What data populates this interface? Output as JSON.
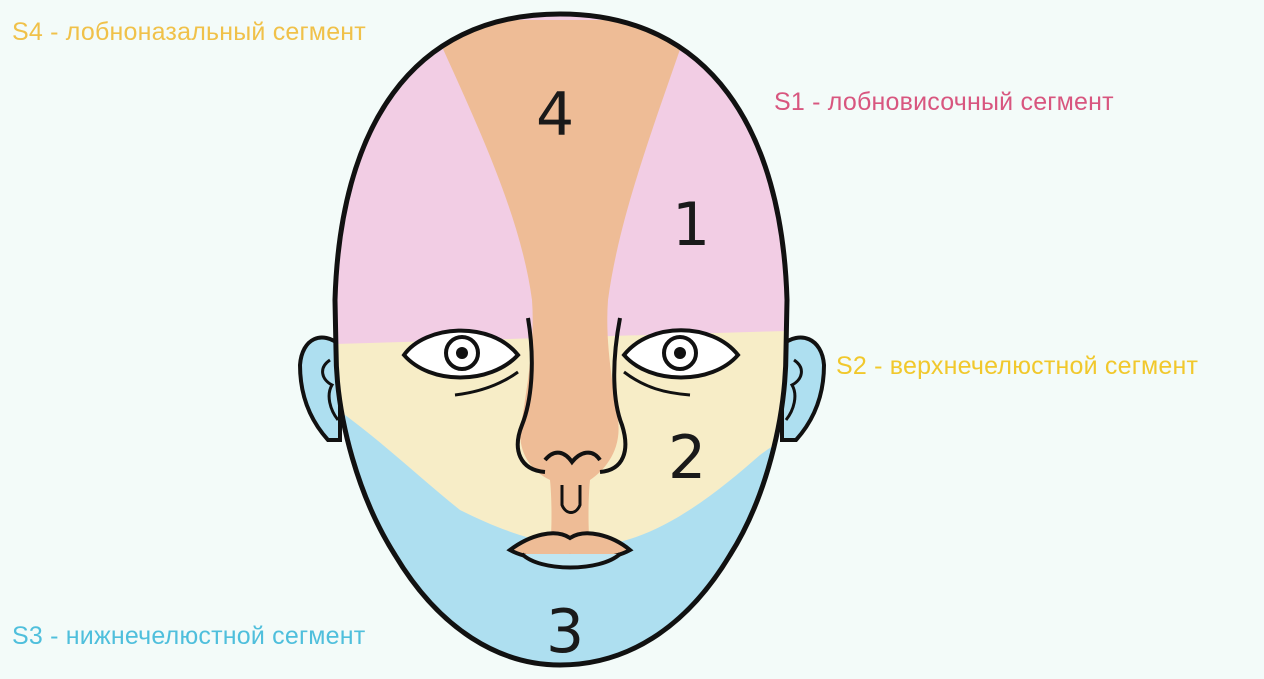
{
  "legend": {
    "s4": "S4 - лобноназальный сегмент",
    "s1": "S1 - лобновисочный сегмент",
    "s2": "S2 -  верхнечелюстной сегмент",
    "s3": "S3 - нижнечелюстной сегмент"
  },
  "segment_numbers": {
    "s1": "1",
    "s2": "2",
    "s3": "3",
    "s4": "4"
  },
  "colors": {
    "background": "#f3fbf9",
    "s1_pink": "#f2cde4",
    "s2_cream": "#f7edc7",
    "s3_blue": "#aedff0",
    "s4_orange": "#eebc96",
    "s1_label": "#d8567f",
    "s2_label": "#f1c82c",
    "s3_label": "#4fbfdc",
    "s4_label": "#f0c149",
    "outline": "#111111"
  }
}
